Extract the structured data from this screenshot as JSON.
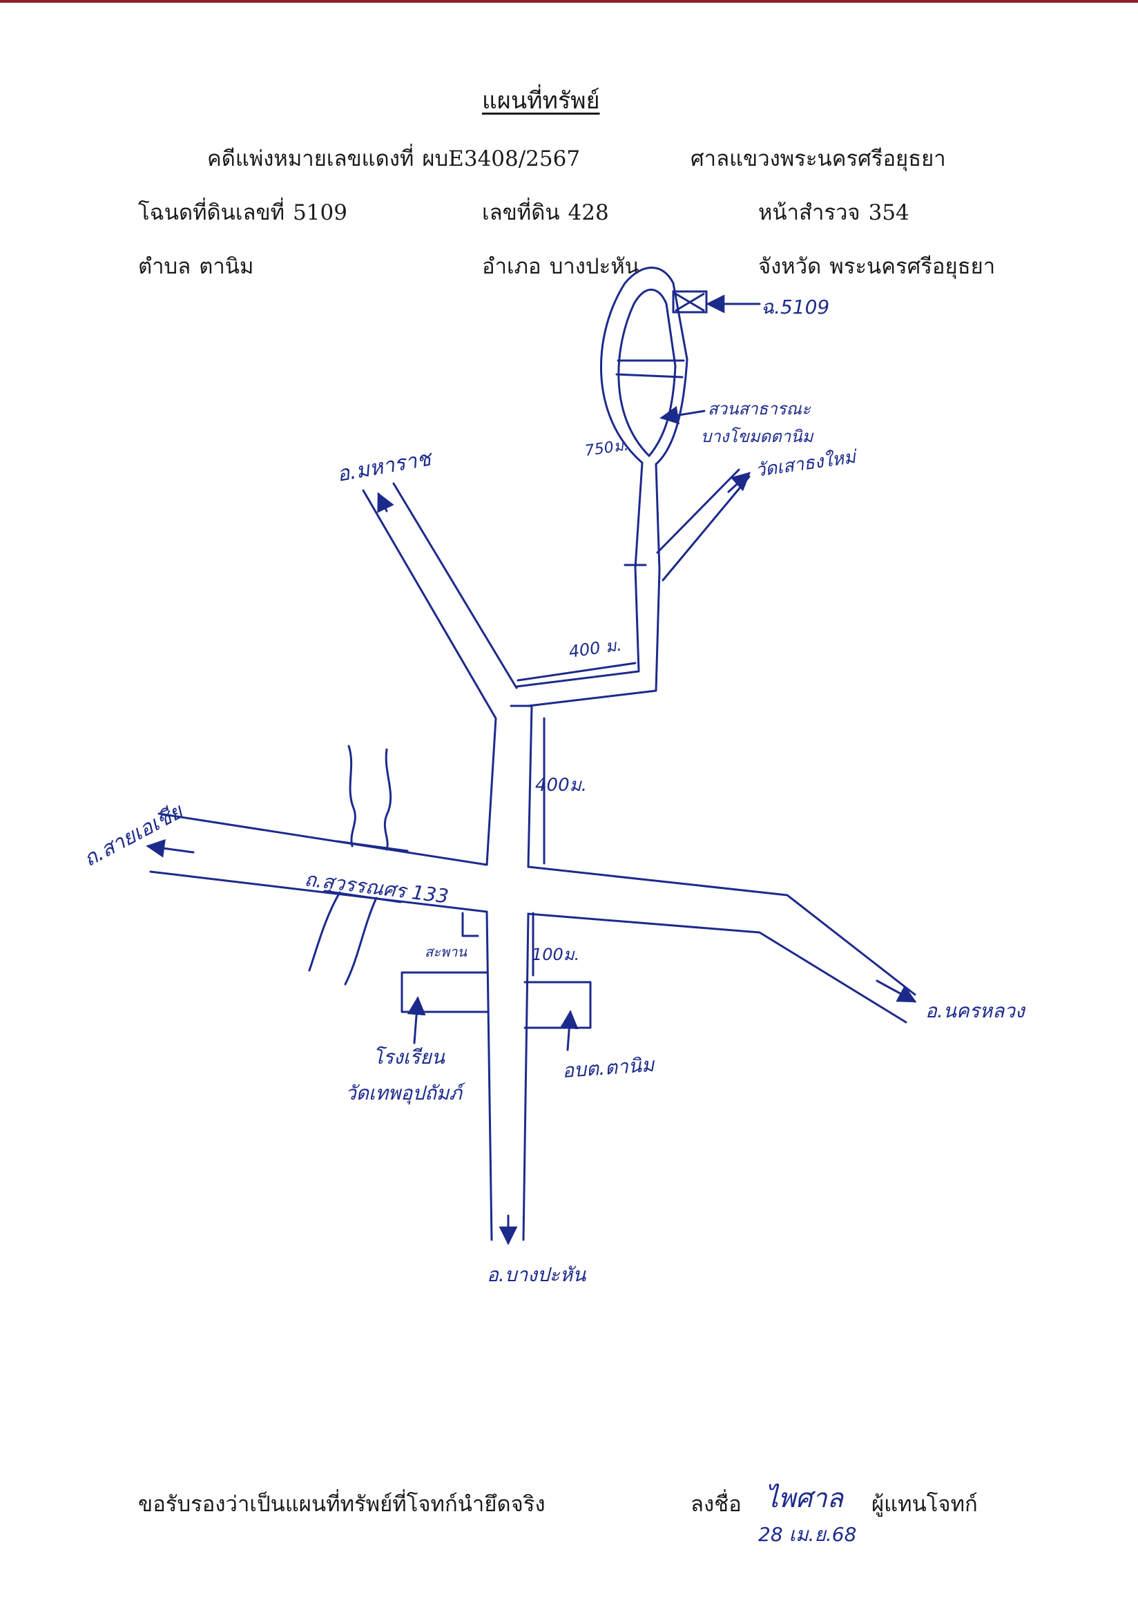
{
  "document": {
    "title": "แผนที่ทรัพย์",
    "case_label": "คดีแพ่งหมายเลขแดงที่",
    "case_number": "ผบE3408/2567",
    "court": "ศาลแขวงพระนครศรีอยุธยา",
    "deed_label": "โฉนดที่ดินเลขที่",
    "deed_number": "5109",
    "land_no_label": "เลขที่ดิน",
    "land_no": "428",
    "survey_label": "หน้าสำรวจ",
    "survey_page": "354",
    "subdistrict_label": "ตำบล",
    "subdistrict": "ตานิม",
    "district_label": "อำเภอ",
    "district": "บางปะหัน",
    "province_label": "จังหวัด",
    "province": "พระนครศรีอยุธยา"
  },
  "map": {
    "parcel_label": "ฉ.5109",
    "park_label_1": "สวนสาธารณะ",
    "park_label_2": "บางโขมดตานิม",
    "dist_750": "750ม.",
    "dist_400_a": "400 ม.",
    "dist_400_b": "400ม.",
    "dist_100": "100ม.",
    "to_temple": "วัดเสาธงใหม่",
    "to_maharat": "อ.มหาราช",
    "to_sena": "ถ.สายเอเชีย",
    "main_road": "ถ.สุวรรณศร 133",
    "bridge": "สะพาน",
    "to_nakhon_luang": "อ.นครหลวง",
    "school_1": "โรงเรียน",
    "school_2": "วัดเทพอุปถัมภ์",
    "sao_office": "อบต.ตานิม",
    "to_bang_pahan": "อ.บางปะหัน"
  },
  "footer": {
    "certify": "ขอรับรองว่าเป็นแผนที่ทรัพย์ที่โจทก์นำยึดจริง",
    "sign_label": "ลงชื่อ",
    "signature": "ไพศาล",
    "role": "ผู้แทนโจทก์",
    "date": "28 เม.ย.68"
  },
  "colors": {
    "ink": "#1c2a8c",
    "text": "#1a1a1a",
    "edge": "#8a2030"
  }
}
